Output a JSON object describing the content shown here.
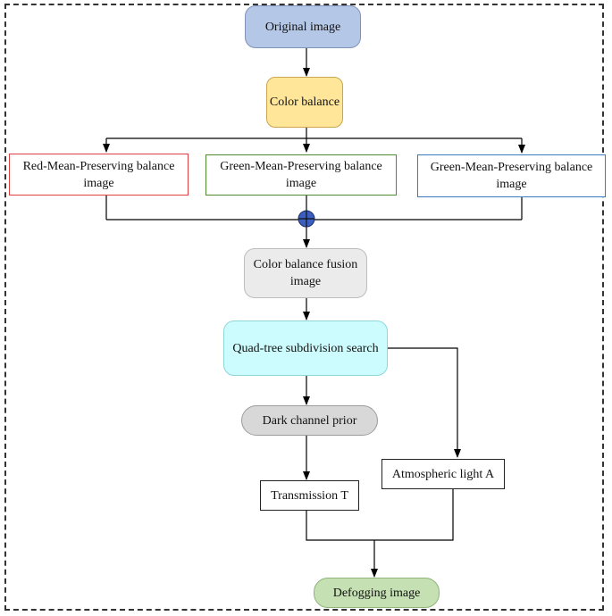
{
  "nodes": {
    "original": "Original image",
    "color_balance": "Color balance",
    "red_mean": "Red-Mean-Preserving balance image",
    "green_mean_1": "Green-Mean-Preserving balance image",
    "green_mean_2": "Green-Mean-Preserving balance image",
    "fusion": "Color balance fusion image",
    "quadtree": "Quad-tree subdivision search",
    "dark_channel": "Dark channel prior",
    "transmission": "Transmission T",
    "atmospheric": "Atmospheric light A",
    "defogging": "Defogging image"
  },
  "colors": {
    "original_fill": "#b4c7e7",
    "color_balance_fill": "#ffe699",
    "red_border": "#e04040",
    "green_border": "#4f8a2e",
    "blue_border": "#3a7cbf",
    "fusion_fill": "#ebebeb",
    "quadtree_fill": "#ccfcfd",
    "dark_channel_fill": "#d8d8d8",
    "defogging_fill": "#c5e0b3",
    "sum_node_fill": "#3b5fc0"
  },
  "icons": {
    "sum_node": "plus-circle-icon"
  }
}
